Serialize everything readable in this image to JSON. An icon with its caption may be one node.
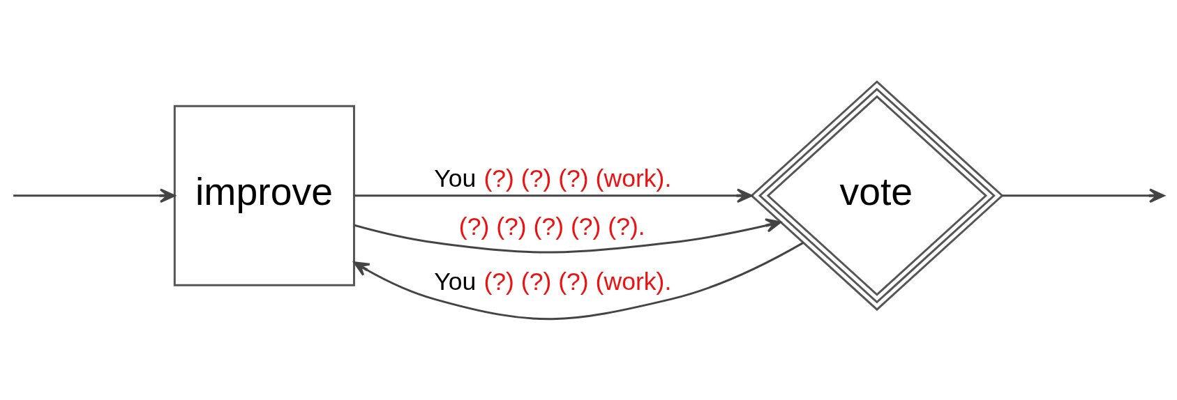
{
  "diagram": {
    "nodes": [
      {
        "text": [
          "improve"
        ]
      },
      {
        "text": [
          "vote"
        ]
      }
    ],
    "edges": [
      {
        "from": null,
        "to": 0,
        "arrow": "to"
      },
      {
        "from": 0,
        "to": 1,
        "arrow": "to",
        "label": "You (?) (?) (?) (work)."
      },
      {
        "from": 0,
        "to": 1,
        "arrow": "to",
        "label": "(?) (?) (?) (?) (?)."
      },
      {
        "from": 1,
        "to": null,
        "arrow": "to"
      },
      {
        "from": 1,
        "to": 0,
        "arrow": "to",
        "label": "You (?) (?) (?) (work)."
      }
    ]
  }
}
